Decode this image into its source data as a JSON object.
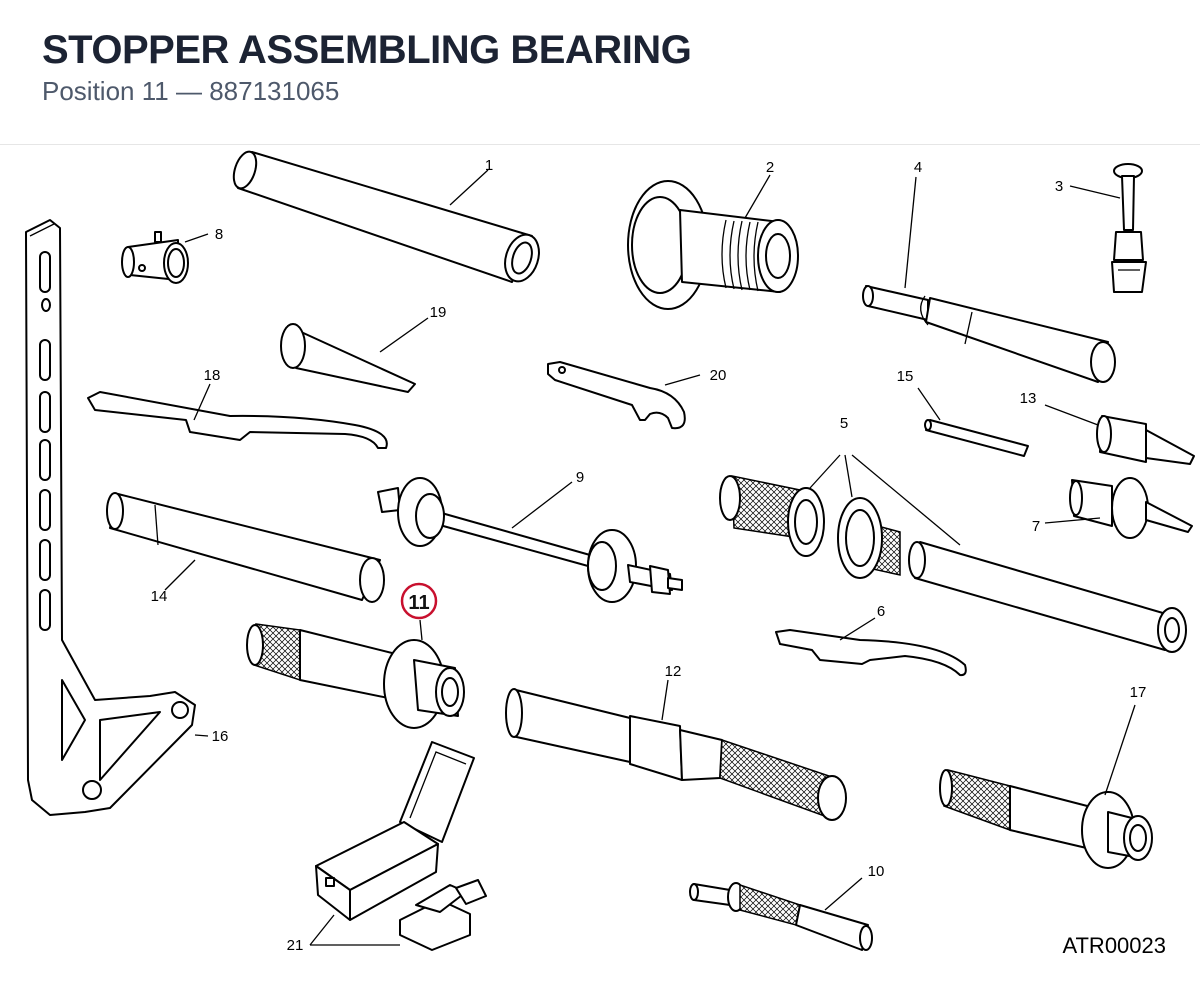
{
  "header": {
    "title": "STOPPER ASSEMBLING BEARING",
    "position_label": "Position 11",
    "separator": "—",
    "part_number": "887131065"
  },
  "diagram": {
    "drawing_code": "ATR00023",
    "highlight_color": "#c8102e",
    "highlighted_position": "11",
    "labels": {
      "p1": "1",
      "p2": "2",
      "p3": "3",
      "p4": "4",
      "p5": "5",
      "p6": "6",
      "p7": "7",
      "p8": "8",
      "p9": "9",
      "p10": "10",
      "p11": "11",
      "p12": "12",
      "p13": "13",
      "p14": "14",
      "p15": "15",
      "p16": "16",
      "p17": "17",
      "p18": "18",
      "p19": "19",
      "p20": "20",
      "p21": "21"
    }
  }
}
